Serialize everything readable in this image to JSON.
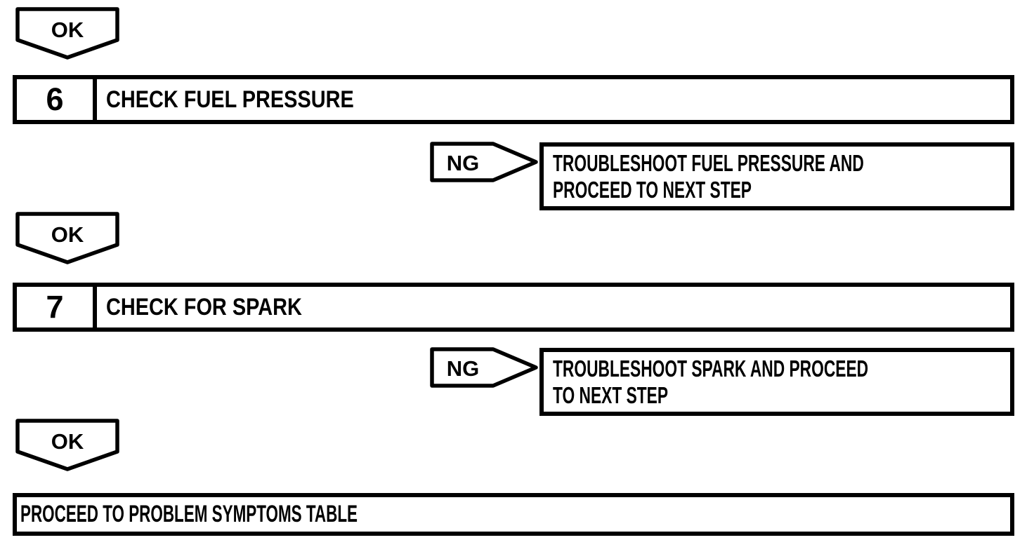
{
  "page": {
    "background": "#ffffff",
    "line_color": "#000000"
  },
  "flowchart": {
    "ok_label": "OK",
    "ng_label": "NG",
    "steps": [
      {
        "number": "6",
        "title": "CHECK FUEL PRESSURE",
        "ng_result_lines": [
          "TROUBLESHOOT FUEL PRESSURE AND",
          "PROCEED TO NEXT STEP"
        ]
      },
      {
        "number": "7",
        "title": "CHECK FOR SPARK",
        "ng_result_lines": [
          "TROUBLESHOOT SPARK AND PROCEED",
          "TO NEXT STEP"
        ]
      }
    ],
    "final_action": "PROCEED TO PROBLEM SYMPTOMS TABLE"
  }
}
